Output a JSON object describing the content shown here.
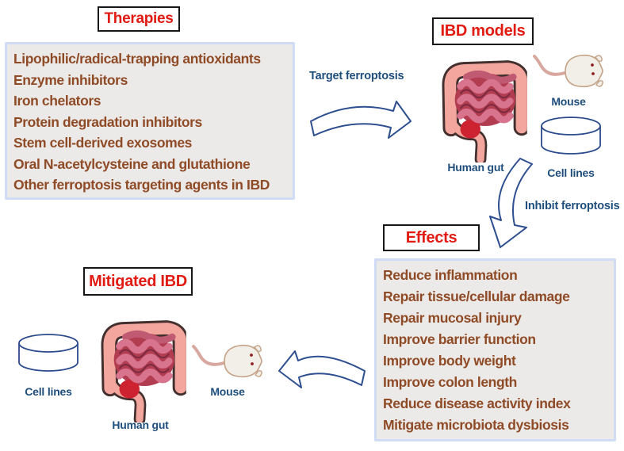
{
  "titles": {
    "therapies": "Therapies",
    "ibd_models": "IBD models",
    "effects": "Effects",
    "mitigated": "Mitigated IBD"
  },
  "therapies_items": [
    "Lipophilic/radical-trapping antioxidants",
    "Enzyme inhibitors",
    "Iron chelators",
    "Protein degradation inhibitors",
    "Stem cell-derived exosomes",
    "Oral N-acetylcysteine and glutathione",
    "Other ferroptosis targeting agents in IBD"
  ],
  "effects_items": [
    "Reduce inflammation",
    "Repair tissue/cellular damage",
    "Repair mucosal injury",
    "Improve barrier function",
    "Improve body weight",
    "Improve colon length",
    "Reduce disease activity index",
    "Mitigate microbiota dysbiosis"
  ],
  "arrow_labels": {
    "target": "Target ferroptosis",
    "inhibit": "Inhibit ferroptosis"
  },
  "model_labels": {
    "human_gut": "Human gut",
    "mouse": "Mouse",
    "cell_lines": "Cell lines"
  },
  "colors": {
    "title_red": "#e11b12",
    "title_border": "#161616",
    "list_text_brown": "#8f4a26",
    "list_bg": "#eceae8",
    "list_border": "#cfdcf3",
    "label_navy": "#1f4e7c",
    "arrow_outline": "#2e4f8f",
    "gut_salmon": "#f2a69e",
    "gut_outline": "#43302e",
    "gut_inner_red": "#b23c50",
    "gut_coil_pink": "#d9748f",
    "gut_patch_red": "#cd2330",
    "mouse_body": "#f2efe9",
    "mouse_outline": "#c4a287",
    "cylinder_stroke": "#2b4a8b"
  }
}
